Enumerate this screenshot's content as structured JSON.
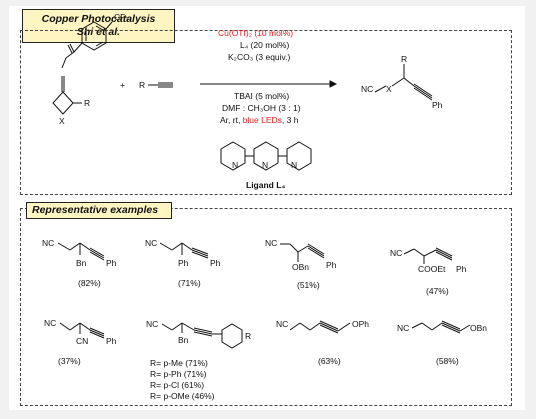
{
  "header": {
    "title_line1": "Copper Photocatalysis",
    "title_line2": "Shi et al."
  },
  "scheme": {
    "substrate_cf3": "CF₃",
    "substrate_x": "X",
    "substrate_r": "R",
    "reagent_r": "R",
    "plus": "+",
    "cond_catalyst": "Cu(OTf)₂ (10 mol%)",
    "cond_ligand": "L₄ (20 mol%)",
    "cond_base": "K₂CO₃ (3 equiv.)",
    "cond_additive": "TBAI (5 mol%)",
    "cond_solvent": "DMF : CH₃OH (3 : 1)",
    "cond_atm_prefix": "Ar, rt, ",
    "cond_light": "blue LEDs",
    "cond_time": ", 3 h",
    "product_nc": "NC",
    "product_x": "X",
    "product_r": "R",
    "product_ph": "Ph",
    "ligand_label": "Ligand L₄",
    "N": "N"
  },
  "examples": {
    "section_label": "Representative examples",
    "items": [
      {
        "left": "NC",
        "sub": "Bn",
        "right": "Ph",
        "yield": "(82%)"
      },
      {
        "left": "NC",
        "sub": "Ph",
        "right": "Ph",
        "yield": "(71%)"
      },
      {
        "left": "NC",
        "sub": "OBn",
        "right": "Ph",
        "yield": "(51%)"
      },
      {
        "left": "NC",
        "sub": "COOEt",
        "right": "Ph",
        "yield": "(47%)"
      },
      {
        "left": "NC",
        "sub": "CN",
        "right": "Ph",
        "yield": "(37%)"
      },
      {
        "left": "NC",
        "sub": "Bn",
        "right": "R",
        "yield": ""
      },
      {
        "left": "NC",
        "sub": "",
        "right": "OPh",
        "yield": "(63%)"
      },
      {
        "left": "NC",
        "sub": "",
        "right": "OBn",
        "yield": "(58%)"
      }
    ],
    "r_variants": [
      "R= p-Me (71%)",
      "R= p-Ph (71%)",
      "R= p-Cl (61%)",
      "R= p-OMe (46%)"
    ]
  }
}
